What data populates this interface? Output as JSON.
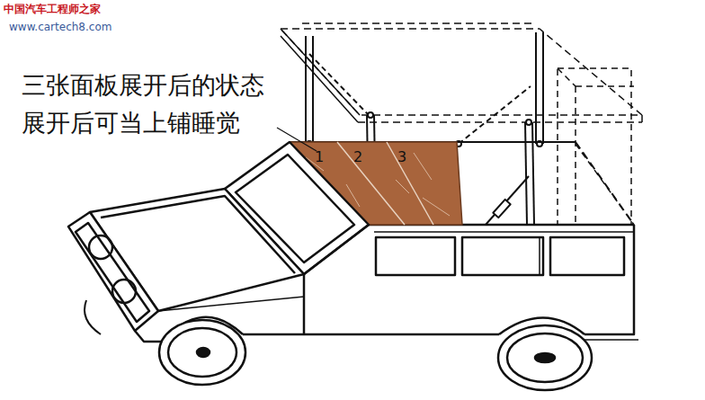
{
  "diagram": {
    "labels": [
      "中国汽车工程师之家",
      "www.cartech8.com",
      "三张面板展开后的状态",
      "展开后可当上铺睡觉",
      "1",
      "2",
      "3"
    ]
  }
}
